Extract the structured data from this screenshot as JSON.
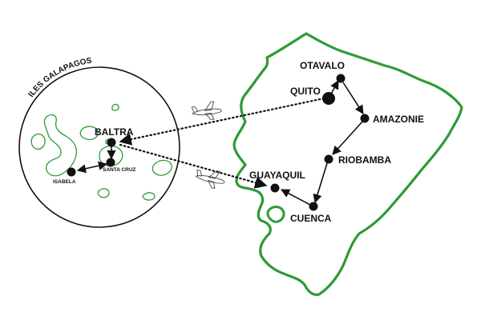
{
  "map": {
    "colors": {
      "outline": "#2e9a35",
      "ink": "#111111",
      "background": "#ffffff"
    },
    "galapagos": {
      "title": "ILES GALAPAGOS",
      "cities": {
        "baltra": "BALTRA",
        "santa_cruz": "SANTA CRUZ",
        "isabela": "ISABELA"
      }
    },
    "mainland": {
      "cities": {
        "otavalo": "OTAVALO",
        "quito": "QUITO",
        "amazonie": "AMAZONIE",
        "riobamba": "RIOBAMBA",
        "guayaquil": "GUAYAQUIL",
        "cuenca": "CUENCA"
      }
    },
    "icons": {
      "flight_1": "airplane-icon",
      "flight_2": "airplane-icon"
    }
  }
}
